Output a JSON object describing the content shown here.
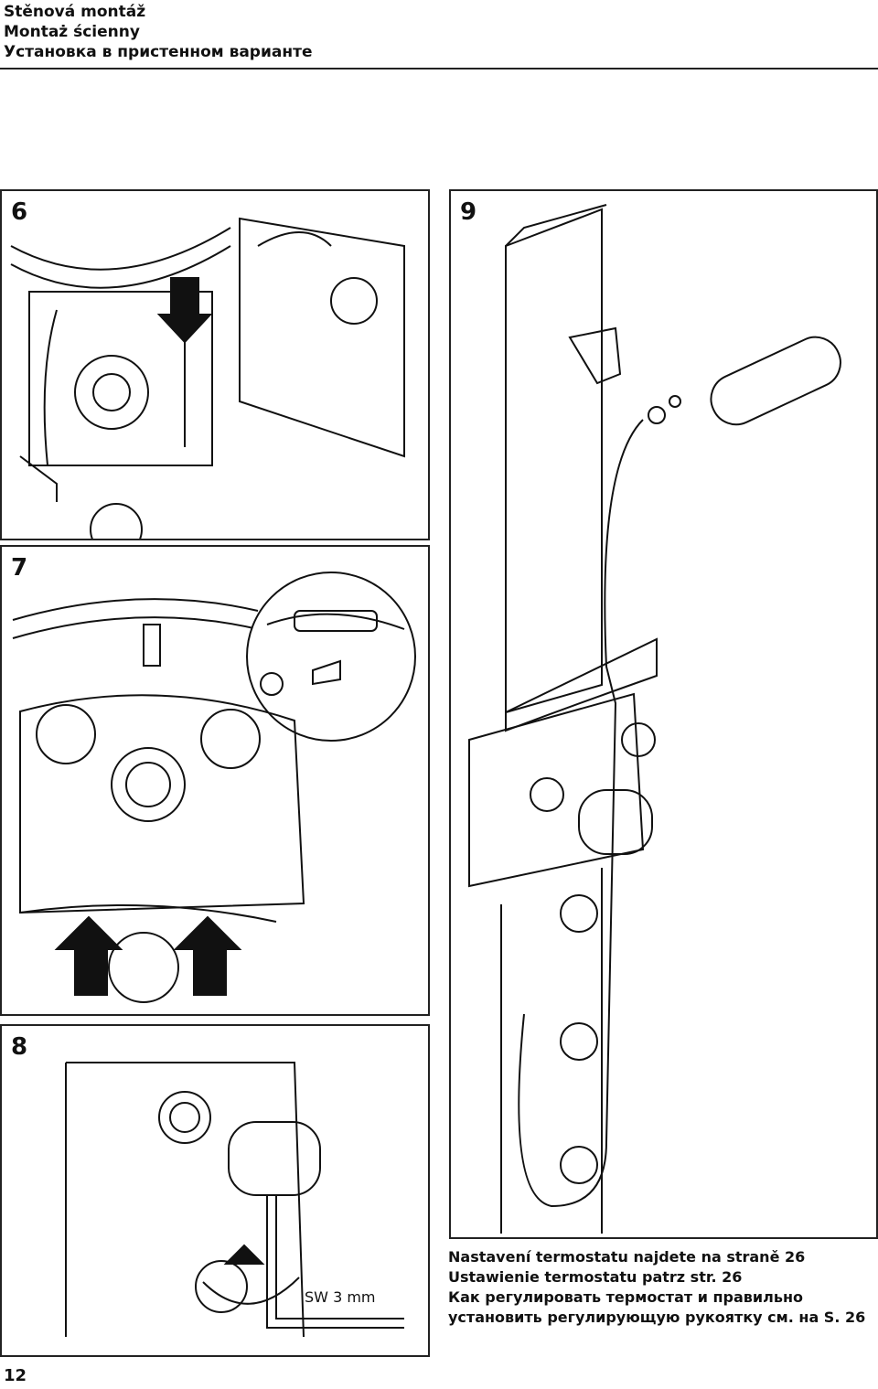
{
  "header": {
    "title_cs": "Stěnová montáž",
    "title_pl": "Montaż ścienny",
    "title_ru": "Установка в пристенном варианте"
  },
  "steps": {
    "s6": "6",
    "s7": "7",
    "s8": "8",
    "s9": "9"
  },
  "tool_label": "SW 3 mm",
  "note": {
    "cs": "Nastavení termostatu najdete na straně 26",
    "pl": "Ustawienie termostatu patrz str. 26",
    "ru_line1": "Как регулировать термостат и правильно",
    "ru_line2": "установить регулирующую рукоятку см. на S. 26"
  },
  "page_number": "12"
}
